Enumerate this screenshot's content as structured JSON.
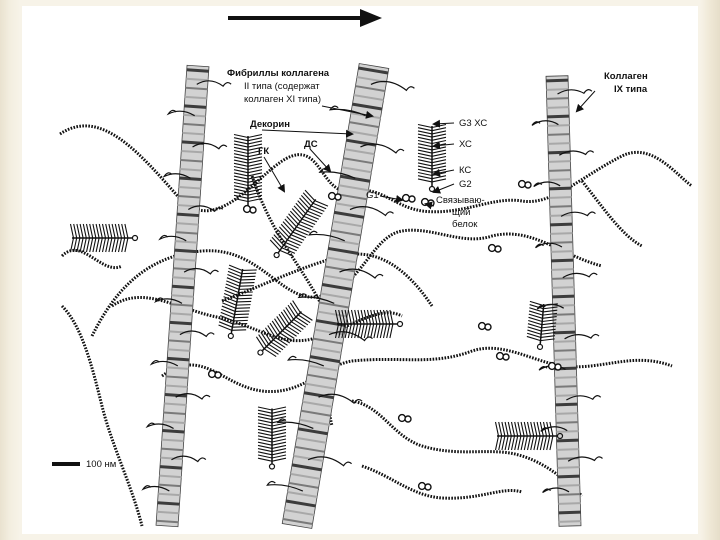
{
  "labels": {
    "fibrils_line1": "Фибриллы коллагена",
    "fibrils_line2": "II типа (содержат",
    "fibrils_line3": "коллаген XI типа)",
    "collagen9_line1": "Коллаген",
    "collagen9_line2": "IX типа",
    "decorin": "Декорин",
    "gk": "ГК",
    "ds": "ДС",
    "g3xc": "G3 ХС",
    "xc": "ХС",
    "kc": "КС",
    "g2": "G2",
    "g1": "G1",
    "link_line1": "Связываю-",
    "link_line2": "щий",
    "link_line3": "белок",
    "scale": "100 нм"
  },
  "colors": {
    "background": "#f7f3e8",
    "figure": "#ffffff",
    "ink": "#111111",
    "fibril_light": "#d8d8d8",
    "fibril_dark": "#5a5a5a"
  }
}
